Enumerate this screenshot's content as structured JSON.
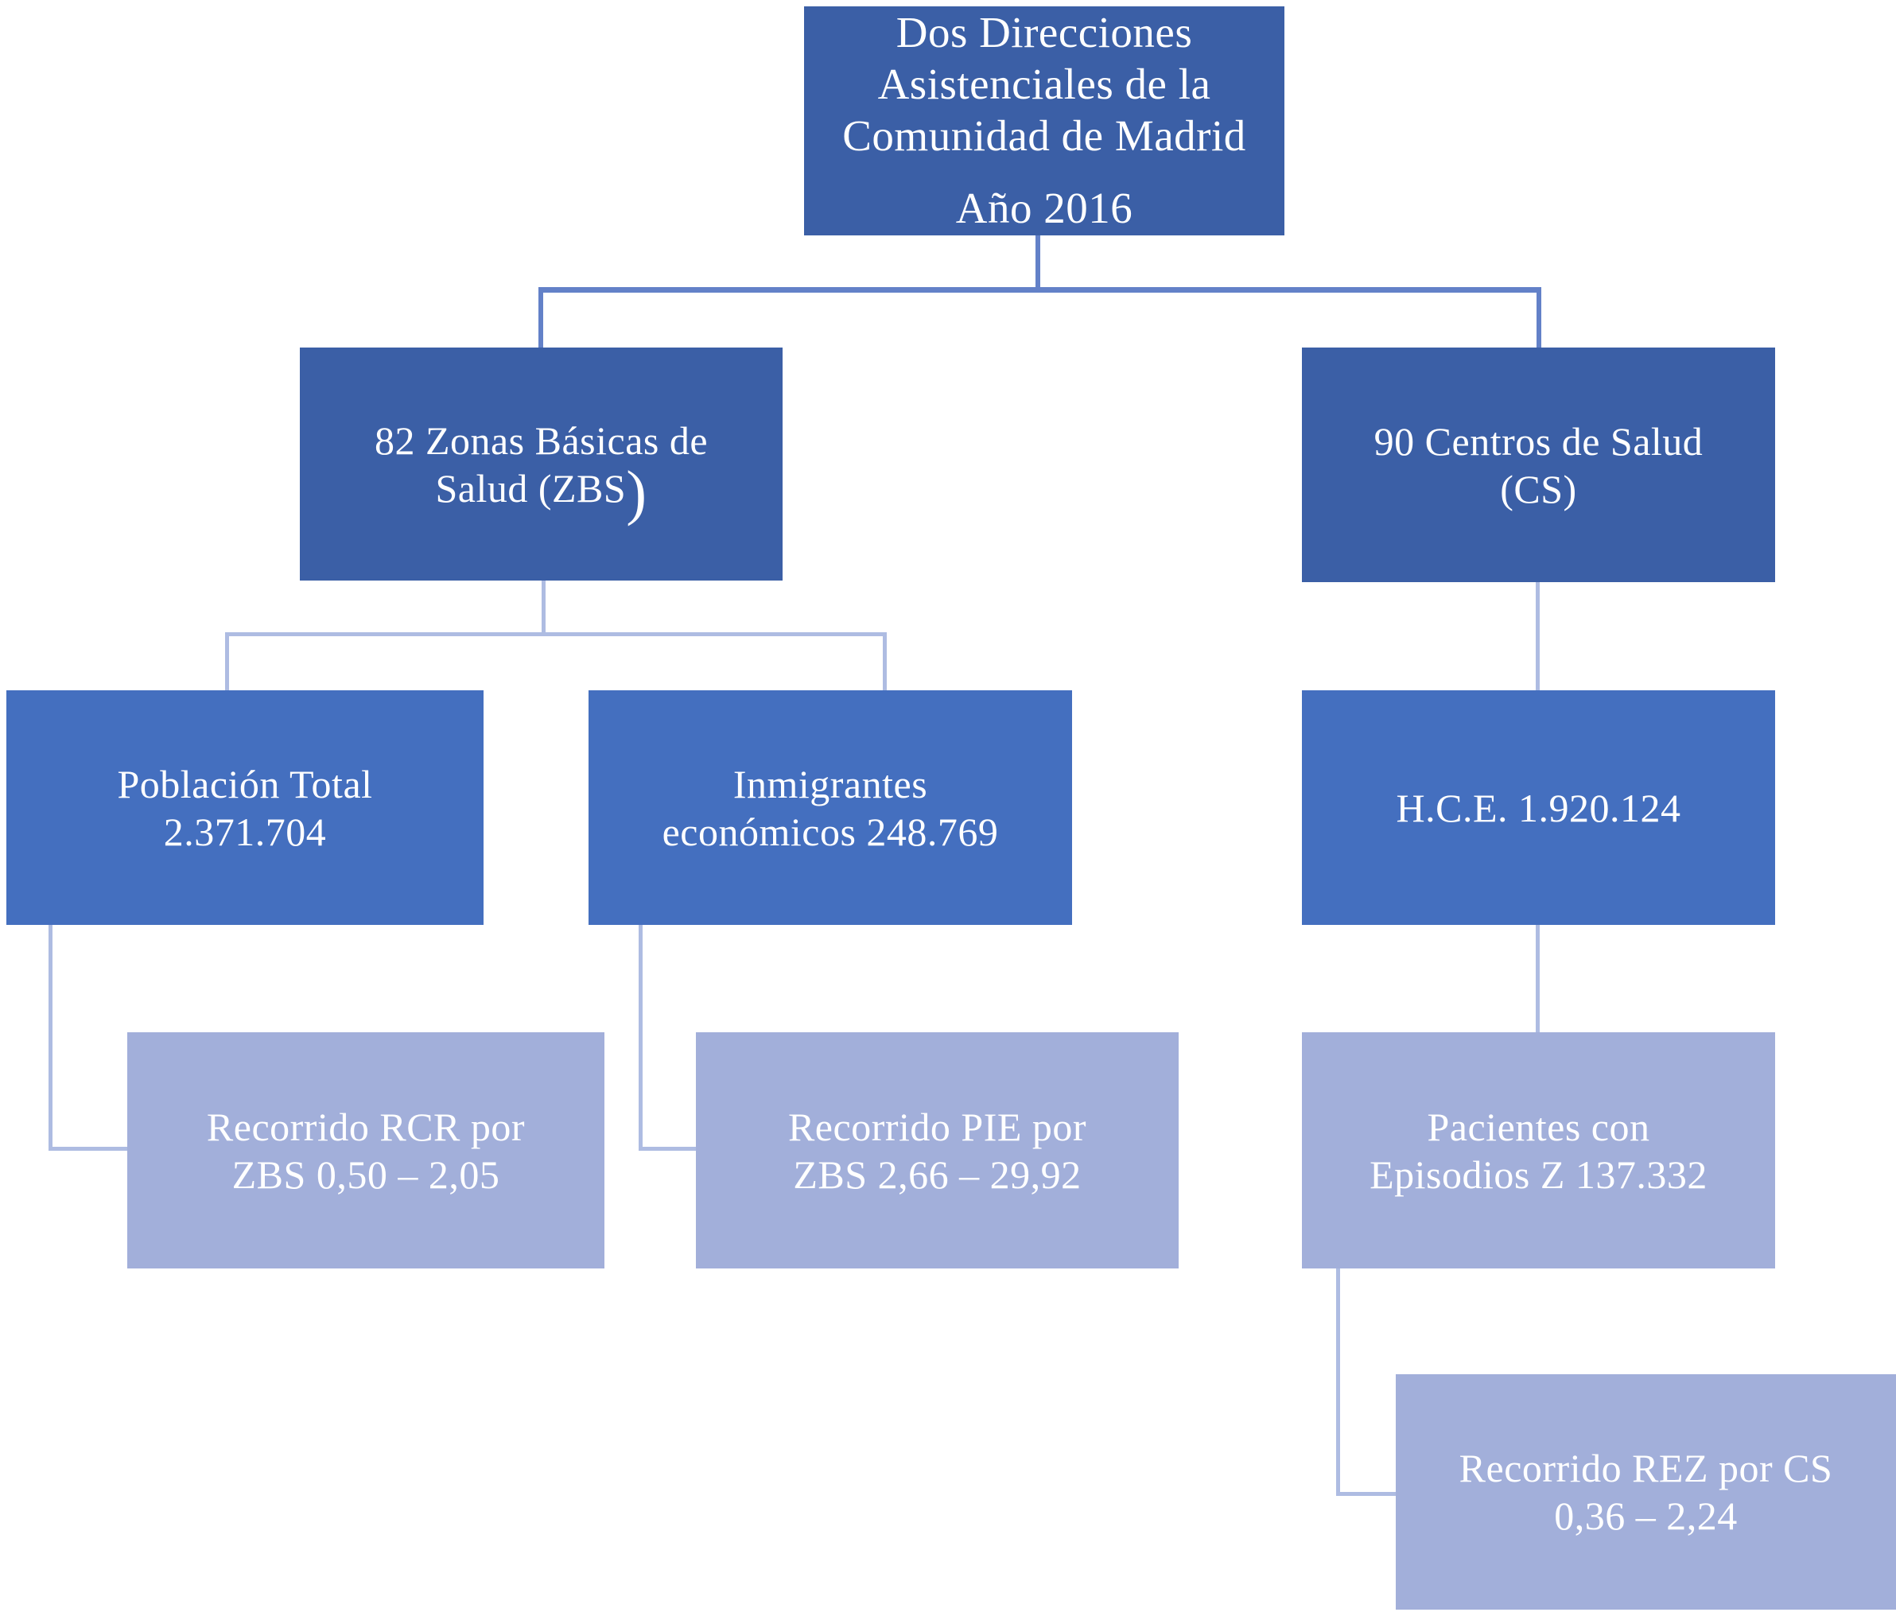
{
  "colors": {
    "background": "#ffffff",
    "box_dark": "#3b5fa6",
    "box_mid": "#446fbf",
    "box_light": "#a2afda",
    "connector_light": "#aebce2",
    "connector_medium": "#6381c8",
    "text": "#ffffff"
  },
  "nodes": {
    "root": {
      "lines": [
        "Dos Direcciones",
        "Asistenciales de la",
        "Comunidad de Madrid"
      ],
      "year": "Año 2016"
    },
    "zbs": {
      "line1": "82 Zonas Básicas de",
      "line2_main": "Salud (ZBS",
      "line2_paren": ")"
    },
    "cs": {
      "lines": [
        "90 Centros de Salud",
        "(CS)"
      ]
    },
    "poblacion": {
      "lines": [
        "Población Total",
        "2.371.704"
      ]
    },
    "inmigrantes": {
      "lines": [
        "Inmigrantes",
        "económicos 248.769"
      ]
    },
    "hce": {
      "lines": [
        "H.C.E. 1.920.124"
      ]
    },
    "rcr": {
      "lines": [
        "Recorrido RCR por",
        "ZBS 0,50 – 2,05"
      ]
    },
    "pie": {
      "lines": [
        "Recorrido PIE por",
        "ZBS 2,66 – 29,92"
      ]
    },
    "pacientes": {
      "lines": [
        "Pacientes con",
        "Episodios Z 137.332"
      ]
    },
    "rez": {
      "lines": [
        "Recorrido REZ por CS",
        "0,36 – 2,24"
      ]
    }
  }
}
